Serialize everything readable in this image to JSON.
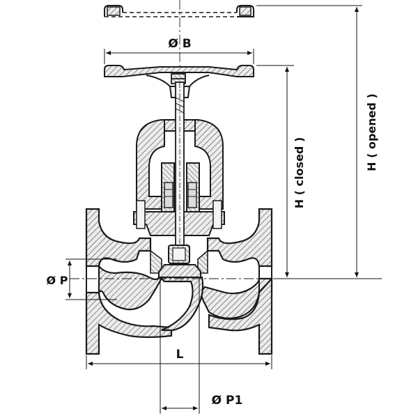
{
  "labels": {
    "handwheel_diameter": "Ø B",
    "height_closed": "H ( closed )",
    "height_opened": "H ( opened )",
    "port_diameter": "Ø P",
    "length": "L",
    "seat_diameter": "Ø P1"
  },
  "colors": {
    "outline": "#1a1a1a",
    "hatch": "#2a2a2a",
    "fill": "#f3f3f3",
    "background": "#ffffff"
  }
}
